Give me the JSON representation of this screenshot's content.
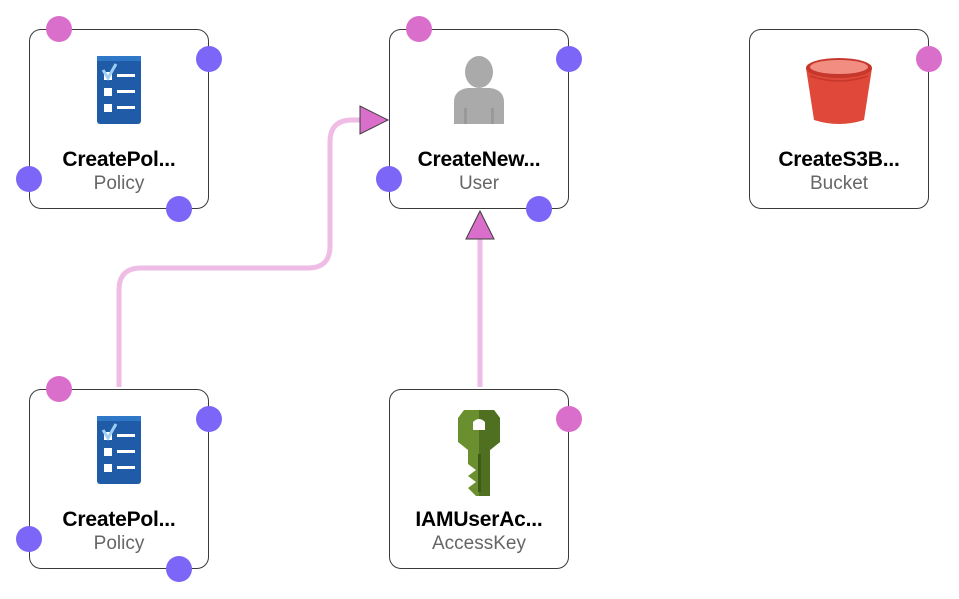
{
  "colors": {
    "edge": "#eebce5",
    "arrow": "#d96fcb",
    "port_in": "#d96fcb",
    "port_out": "#7b66f7",
    "node_border": "#3a3a3a",
    "policy_icon": "#1f5ba6",
    "user_icon": "#aaaaaa",
    "bucket_icon": "#e0493a",
    "key_icon": "#6a8f2f"
  },
  "nodes": [
    {
      "id": "policy1",
      "title": "CreatePol...",
      "type": "Policy",
      "icon": "policy-document-icon"
    },
    {
      "id": "user",
      "title": "CreateNew...",
      "type": "User",
      "icon": "user-icon"
    },
    {
      "id": "bucket",
      "title": "CreateS3B...",
      "type": "Bucket",
      "icon": "s3-bucket-icon"
    },
    {
      "id": "policy2",
      "title": "CreatePol...",
      "type": "Policy",
      "icon": "policy-document-icon"
    },
    {
      "id": "accesskey",
      "title": "IAMUserAc...",
      "type": "AccessKey",
      "icon": "key-icon"
    }
  ],
  "edges": [
    {
      "from": "policy2",
      "to": "user"
    },
    {
      "from": "accesskey",
      "to": "user"
    }
  ]
}
